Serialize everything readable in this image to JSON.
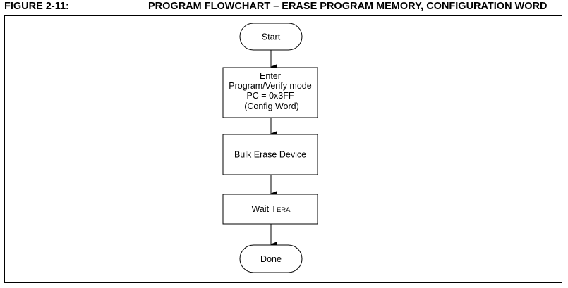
{
  "figure": {
    "label": "FIGURE 2-11:",
    "title": "PROGRAM FLOWCHART – ERASE PROGRAM MEMORY, CONFIGURATION WORD"
  },
  "flowchart": {
    "start": "Start",
    "enter": {
      "lines": [
        "Enter",
        "Program/Verify mode",
        "PC = 0x3FF",
        "(Config Word)"
      ]
    },
    "bulk_erase": "Bulk Erase Device",
    "wait": {
      "prefix": "Wait T",
      "subscript": "ERA"
    },
    "done": "Done"
  },
  "colors": {
    "stroke": "#000000",
    "fill": "#ffffff"
  }
}
